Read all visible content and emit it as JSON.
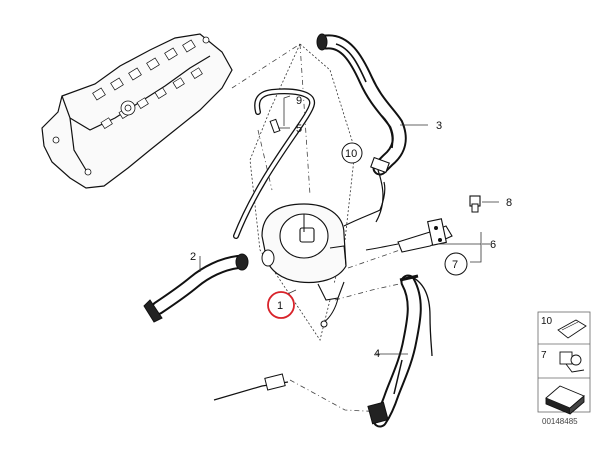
{
  "callouts": {
    "c1": "1",
    "c2": "2",
    "c3": "3",
    "c4": "4",
    "c5": "5",
    "c6": "6",
    "c7": "7",
    "c8": "8",
    "c9": "9",
    "c10": "10"
  },
  "legend": {
    "row1": "10",
    "row2": "7"
  },
  "drawing_number": "00148485",
  "colors": {
    "highlight_ring": "#d8232a",
    "line": "#111111"
  }
}
